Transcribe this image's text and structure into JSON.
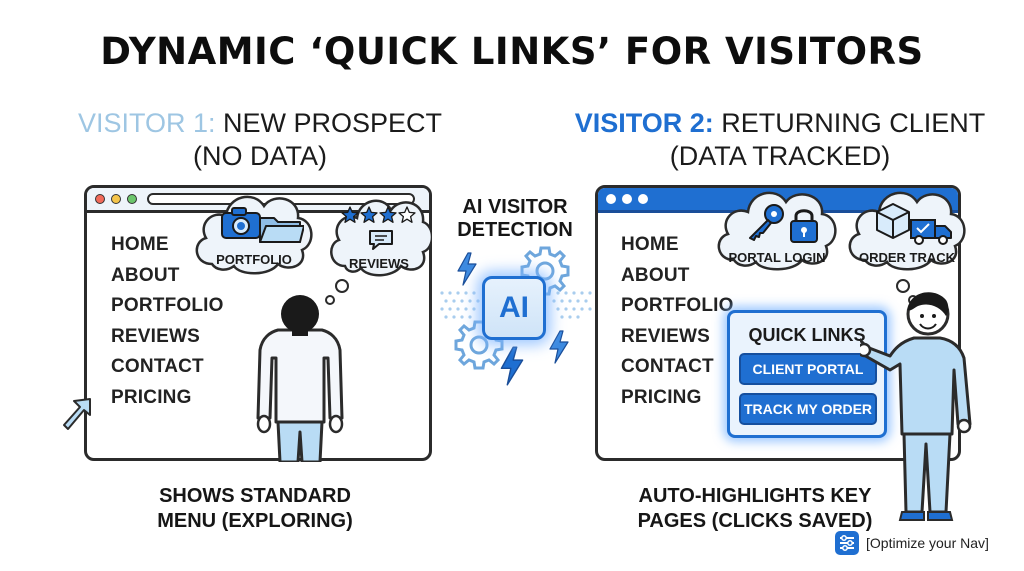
{
  "title": "DYNAMIC ‘QUICK LINKS’ FOR VISITORS",
  "visitor1": {
    "label": "VISITOR 1:",
    "heading_line1": "NEW PROSPECT",
    "heading_line2": "(NO DATA)",
    "menu": [
      "HOME",
      "ABOUT",
      "PORTFOLIO",
      "REVIEWS",
      "CONTACT",
      "PRICING"
    ],
    "thought_portfolio": "PORTFOLIO",
    "thought_reviews": "REVIEWS",
    "caption_line1": "SHOWS STANDARD",
    "caption_line2": "MENU (EXPLORING)"
  },
  "center": {
    "label_line1": "AI VISITOR",
    "label_line2": "DETECTION",
    "ai_text": "AI"
  },
  "visitor2": {
    "label": "VISITOR 2:",
    "heading_line1": "RETURNING CLIENT",
    "heading_line2": "(DATA TRACKED)",
    "menu": [
      "HOME",
      "ABOUT",
      "PORTFOLIO",
      "REVIEWS",
      "CONTACT",
      "PRICING"
    ],
    "thought_portal": "PORTAL LOGIN",
    "thought_order": "ORDER TRACK",
    "quick_links_title": "QUICK LINKS",
    "btn_client_portal": "CLIENT PORTAL",
    "btn_track_order": "TRACK MY ORDER",
    "caption_line1": "AUTO-HIGHLIGHTS KEY",
    "caption_line2": "PAGES (CLICKS SAVED)"
  },
  "footer": {
    "badge": "[Optimize your Nav]"
  },
  "colors": {
    "accent_blue": "#1f6fd1",
    "light_blue": "#9ec6e3",
    "outline": "#2b2b2b",
    "glow": "#7fb6ff"
  },
  "icons": [
    "camera-icon",
    "folder-icon",
    "star-icon",
    "chat-icon",
    "key-icon",
    "lock-icon",
    "box-icon",
    "truck-icon",
    "gear-icon",
    "lightning-icon",
    "cursor-arrow-icon",
    "settings-sliders-icon"
  ]
}
